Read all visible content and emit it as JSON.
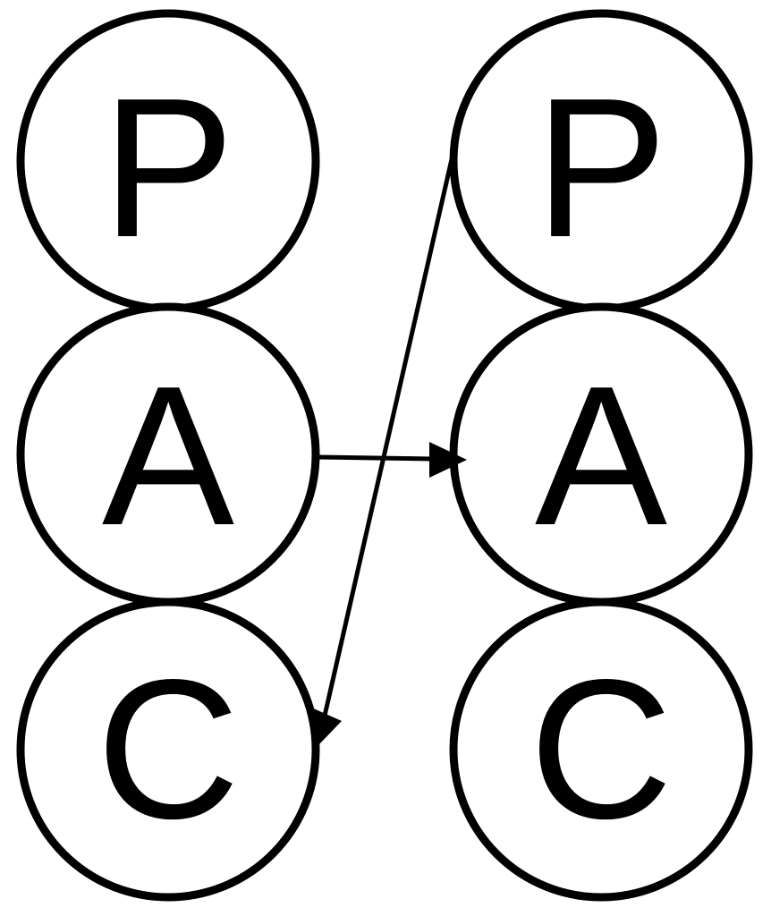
{
  "colors": {
    "stroke": "#000000",
    "fill": "#ffffff"
  },
  "left_stack": {
    "top_label": "P",
    "middle_label": "A",
    "bottom_label": "C"
  },
  "right_stack": {
    "top_label": "P",
    "middle_label": "A",
    "bottom_label": "C"
  }
}
